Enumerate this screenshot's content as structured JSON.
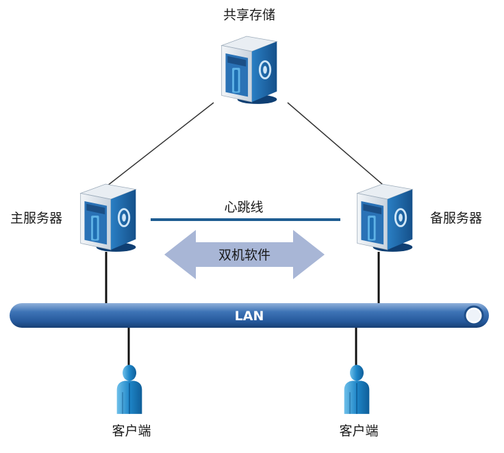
{
  "diagram": {
    "nodes": {
      "shared_storage": {
        "label": "共享存储",
        "icon": "server-icon"
      },
      "primary_server": {
        "label": "主服务器",
        "icon": "server-icon"
      },
      "standby_server": {
        "label": "备服务器",
        "icon": "server-icon"
      },
      "client_left": {
        "label": "客户端",
        "icon": "user-icon"
      },
      "client_right": {
        "label": "客户端",
        "icon": "user-icon"
      }
    },
    "heartbeat": {
      "label": "心跳线"
    },
    "dual_software": {
      "label": "双机软件"
    },
    "lan": {
      "label": "LAN"
    }
  },
  "colors": {
    "server_blue": "#1f6fb3",
    "server_dark": "#17558c",
    "server_light": "#dfe8f1",
    "lan_blue": "#2f64a3",
    "heartbeat_line": "#1e5d92",
    "arrow_fill": "#a8b6d6",
    "user_blue": "#1e86c8"
  }
}
